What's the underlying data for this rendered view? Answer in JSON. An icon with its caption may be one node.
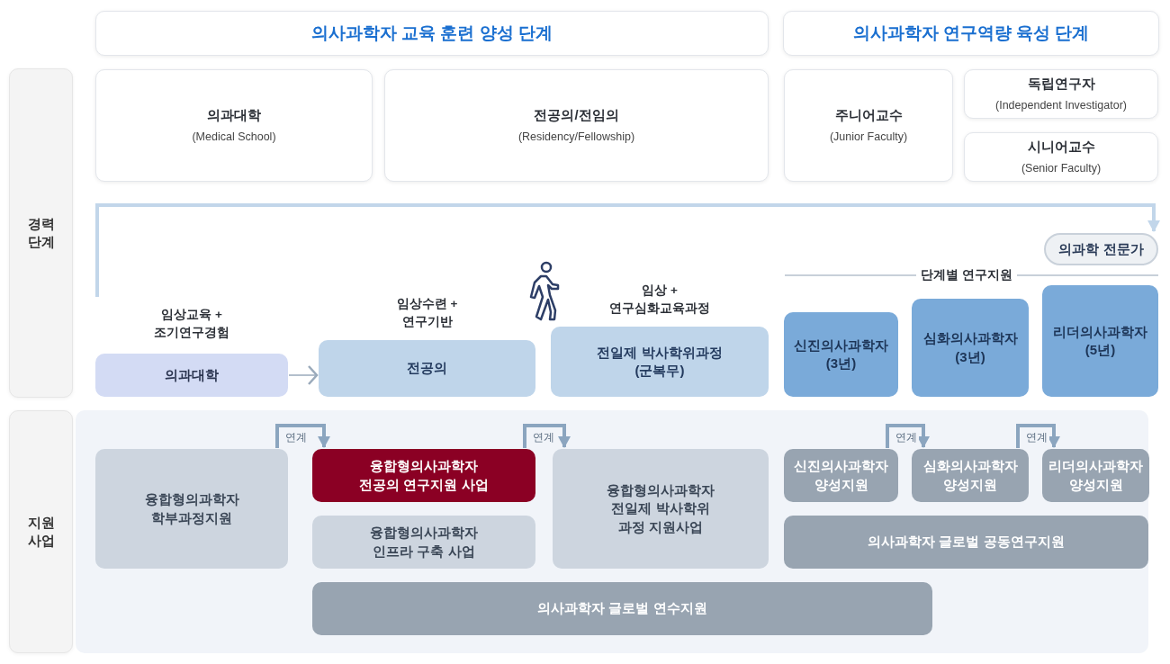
{
  "diagram": {
    "nodes": [
      {
        "text": [
          "의사과학자 교육 훈련 양성 단계"
        ]
      },
      {
        "text": [
          "의사과학자 연구역량 육성 단계"
        ]
      },
      {
        "text": [
          "경력 단계"
        ]
      },
      {
        "text": [
          "의과대학",
          "(Medical School)"
        ]
      },
      {
        "text": [
          "전공의/전임의",
          "(Residency/Fellowship)"
        ]
      },
      {
        "text": [
          "주니어교수",
          "(Junior Faculty)"
        ]
      },
      {
        "text": [
          "독립연구자",
          "(Independent Investigator)"
        ]
      },
      {
        "text": [
          "시니어교수",
          "(Senior Faculty)"
        ]
      },
      {
        "text": [
          "의과학 전문가"
        ]
      },
      {
        "text": [
          "의과대학"
        ],
        "beside": [
          "임상교육 + 조기연구경험"
        ]
      },
      {
        "text": [
          "전공의"
        ],
        "beside": [
          "임상수련 + 연구기반"
        ]
      },
      {
        "text": [
          "전일제 박사학위과정 (군복무)"
        ],
        "beside": [
          "임상 + 연구심화교육과정"
        ]
      },
      {
        "text": [
          "신진의사과학자 (3년)"
        ]
      },
      {
        "text": [
          "심화의사과학자 (3년)"
        ]
      },
      {
        "text": [
          "리더의사과학자 (5년)"
        ]
      },
      {
        "text": [
          "지원 사업"
        ]
      },
      {
        "text": [
          "융합형의과학자 학부과정지원"
        ]
      },
      {
        "text": [
          "융합형의사과학자 전공의 연구지원 사업"
        ]
      },
      {
        "text": [
          "융합형의사과학자 인프라 구축 사업"
        ]
      },
      {
        "text": [
          "융합형의사과학자 전일제 박사학위 과정 지원사업"
        ]
      },
      {
        "text": [
          "신진의사과학자 양성지원"
        ]
      },
      {
        "text": [
          "심화의사과학자 양성지원"
        ]
      },
      {
        "text": [
          "리더의사과학자 양성지원"
        ]
      },
      {
        "text": [
          "의사과학자 글로벌 공동연구지원"
        ]
      },
      {
        "text": [
          "의사과학자 글로벌 연수지원"
        ]
      }
    ],
    "edges": [
      {
        "from": 9,
        "to": 10,
        "arrow": "to"
      },
      {
        "from": null,
        "to": 8,
        "arrow": "to",
        "color": "#c2d6ea"
      },
      {
        "from": 16,
        "to": 17,
        "arrow": "to",
        "label": "연계"
      },
      {
        "from": 17,
        "to": 19,
        "arrow": "to",
        "label": "연계"
      },
      {
        "from": 20,
        "to": 21,
        "arrow": "to",
        "label": "연계"
      },
      {
        "from": 21,
        "to": 22,
        "arrow": "to",
        "label": "연계"
      }
    ],
    "labels": [
      "단계별 연구지원"
    ]
  }
}
